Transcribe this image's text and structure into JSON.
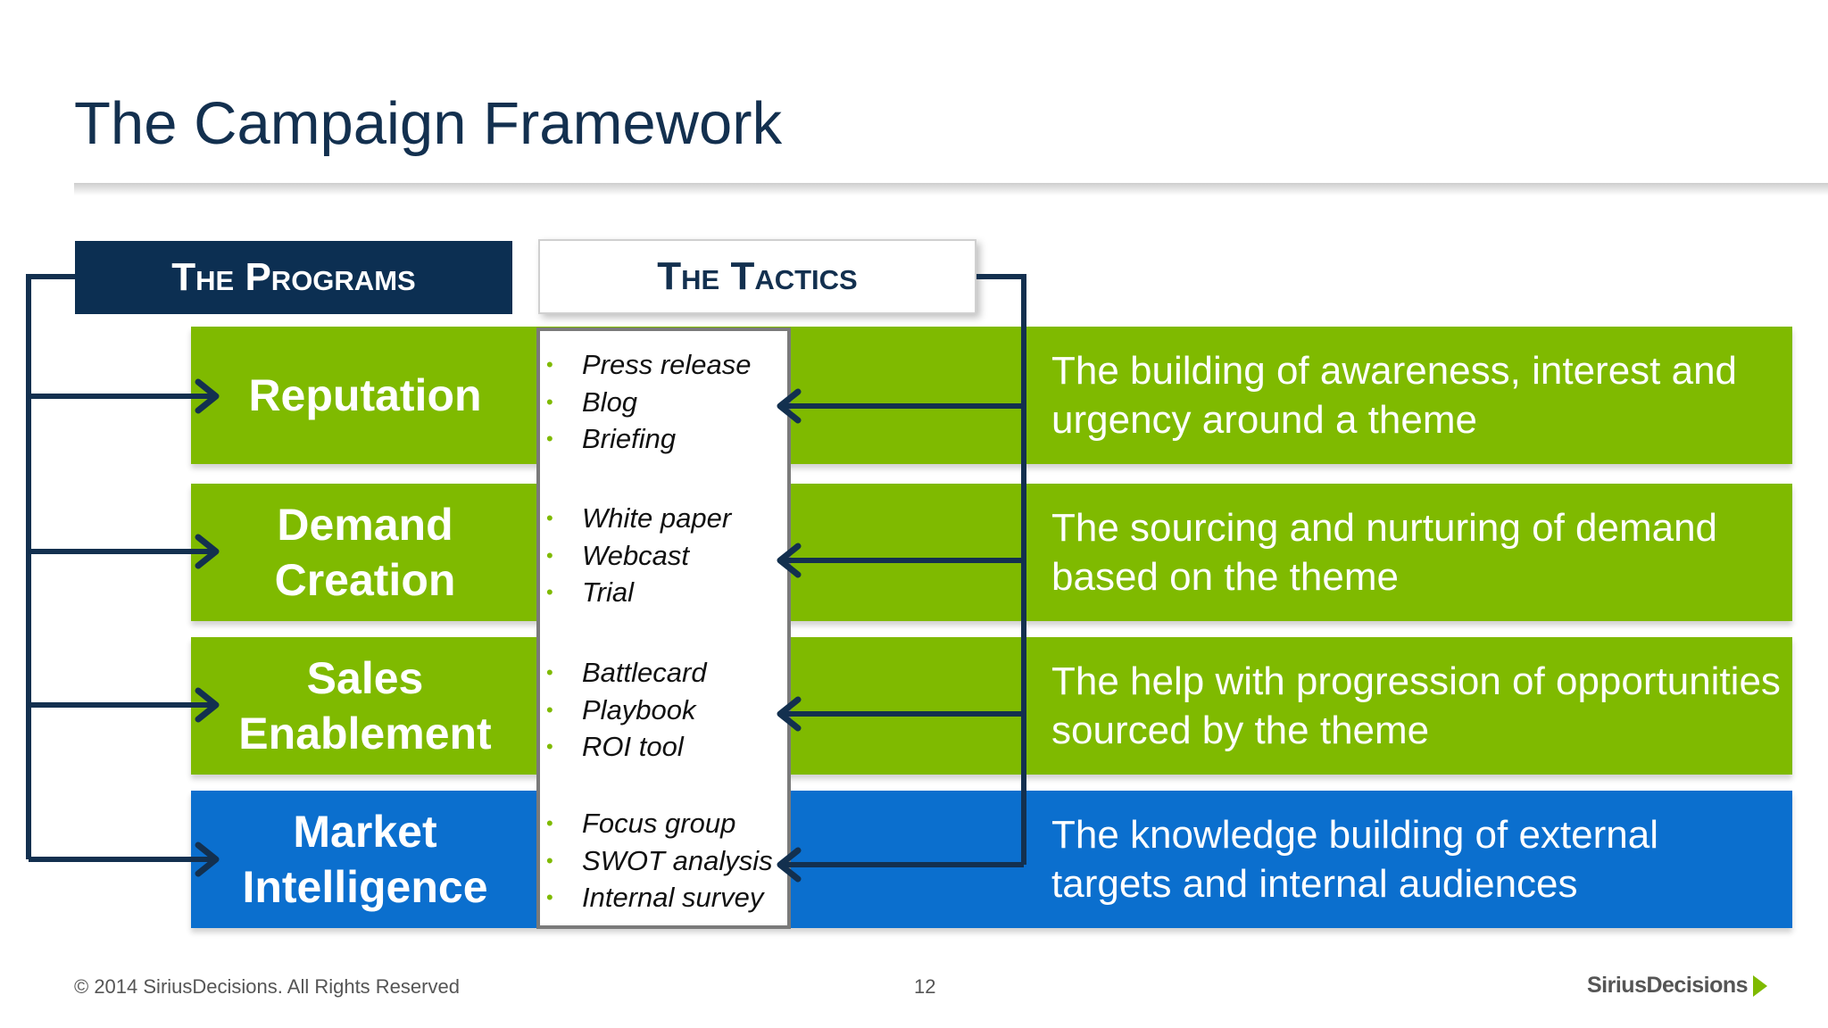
{
  "title": "The Campaign Framework",
  "headers": {
    "programs": "The Programs",
    "tactics": "The Tactics"
  },
  "rows": [
    {
      "program": "Reputation",
      "description": "The building of awareness, interest and urgency around a theme",
      "tactics": [
        "Press release",
        "Blog",
        "Briefing"
      ]
    },
    {
      "program": "Demand Creation",
      "description": "The sourcing and nurturing of demand based on the theme",
      "tactics": [
        "White paper",
        "Webcast",
        "Trial"
      ]
    },
    {
      "program": "Sales Enablement",
      "description": "The help with progression of opportunities sourced by the theme",
      "tactics": [
        "Battlecard",
        "Playbook",
        "ROI tool"
      ]
    },
    {
      "program": "Market Intelligence",
      "description": "The knowledge building of external targets and internal audiences",
      "tactics": [
        "Focus group",
        "SWOT analysis",
        "Internal survey"
      ]
    }
  ],
  "footer": {
    "copyright": "© 2014 SiriusDecisions. All Rights Reserved",
    "page_number": "12",
    "logo_text": "SiriusDecisions"
  },
  "colors": {
    "navy": "#0c2f52",
    "green": "#7fba00",
    "blue": "#0b6fce",
    "connector": "#13304f"
  }
}
